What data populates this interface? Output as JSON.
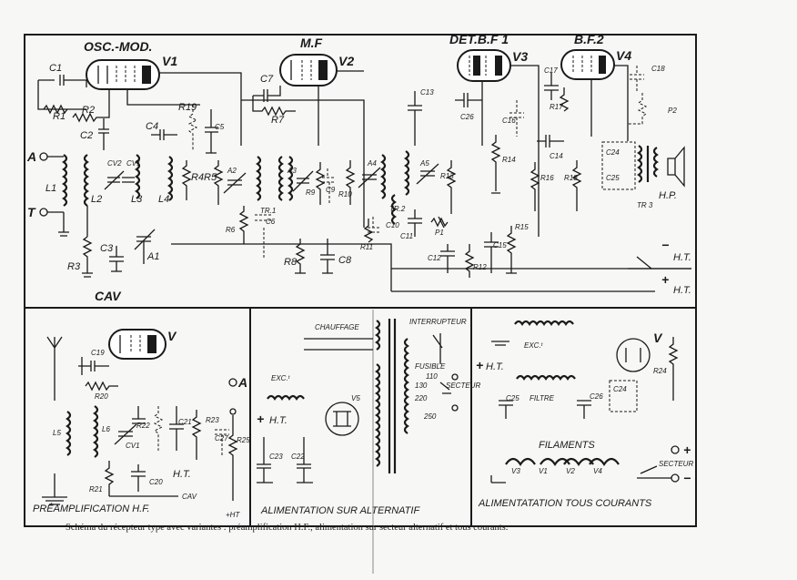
{
  "titles": {
    "osc": "OSC.-MOD.",
    "mf": "M.F",
    "det": "DET.B.F 1",
    "bf2": "B.F.2",
    "cav": "CAV",
    "preamp": "PRÉAMPLIFICATION H.F.",
    "alim_alt": "ALIMENTATION SUR ALTERNATIF",
    "alim_tc": "ALIMENTATATION TOUS COURANTS"
  },
  "tubes": {
    "v1": "V1",
    "v2": "V2",
    "v3": "V3",
    "v4": "V4",
    "v": "V",
    "v5": "V5"
  },
  "labels": {
    "a": "A",
    "t": "T",
    "ht": "H.T.",
    "hp": "H.P.",
    "chauffage": "CHAUFFAGE",
    "interrupteur": "INTERRUPTEUR",
    "fusible": "FUSIBLE",
    "secteur": "SECTEUR",
    "excit": "EXC.ᵗ",
    "filtre": "FILTRE",
    "filaments": "FILAMENTS",
    "v110": "110",
    "v130": "130",
    "v220": "220",
    "v250": "250",
    "plus_ht": "+HT",
    "cav_small": "CAV",
    "plus": "+",
    "minus": "−",
    "c1": "C1",
    "r1": "R1",
    "r2": "R2",
    "c2": "C2",
    "cv1": "CV1",
    "cv2": "CV2",
    "l1": "L1",
    "l2": "L2",
    "l3": "L3",
    "l4": "L4",
    "r3": "R3",
    "c3": "C3",
    "a1": "A1",
    "c4": "C4",
    "r4": "R4",
    "r5": "R5",
    "r19": "R19",
    "c5": "C5",
    "a2": "A2",
    "r6": "R6",
    "c6": "C6",
    "tr1": "TR.1",
    "c7": "C7",
    "r7": "R7",
    "a3": "A3",
    "r9": "R9",
    "c9": "C9",
    "r10": "R10",
    "a4": "A4",
    "tr2": "TR.2",
    "c10": "C10",
    "r8": "R8",
    "c8": "C8",
    "r11": "R11",
    "c13": "C13",
    "c26": "C26",
    "c16": "C16",
    "a5": "A5",
    "r13": "R13",
    "c11": "C11",
    "p1": "P1",
    "r14": "R14",
    "r15": "R15",
    "c15": "C15",
    "c12": "C12",
    "r12": "R12",
    "c17": "C17",
    "r17": "R17",
    "c14": "C14",
    "r16": "R16",
    "r18": "R18",
    "c18": "C18",
    "p2": "P2",
    "c24": "C24",
    "c25": "C25",
    "tr3": "TR 3",
    "c19": "C19",
    "r20": "R20",
    "l5": "L5",
    "l6": "L6",
    "r22": "R22",
    "c21": "C21",
    "r23": "R23",
    "c27": "C27",
    "r25": "R25",
    "r21": "R21",
    "c20": "C20",
    "c23": "C23",
    "c22": "C22",
    "c25b": "C25",
    "c26b": "C26",
    "r24": "R24",
    "v3f": "V3",
    "v1f": "V1",
    "v2f": "V2",
    "v4f": "V4"
  },
  "caption": "Schéma du récepteur type avec variantes : préamplification H.F., alimentation sur secteur alternatif et tous courants."
}
